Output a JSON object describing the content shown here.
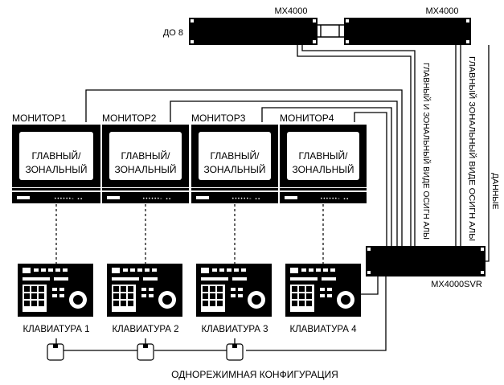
{
  "labels": {
    "do8": "ДО 8",
    "switcher_left": "MX4000",
    "switcher_right": "MX4000",
    "svr": "MX4000SVR",
    "video_signal_1": "ГЛАВНЫЙ И ЗОНАЛЬНЫЙ ВИДЕ ОСИГН АЛЫ",
    "video_signal_2": "ГЛАВНЫЙ ЗОНАЛЬНЫЙ ВИДЕ ОСИГН АЛЫ",
    "data_label": "ДАННЫЕ",
    "caption": "ОДНОРЕЖИМНАЯ КОНФИГУРАЦИЯ"
  },
  "monitors": [
    {
      "title": "МОНИТОР1",
      "screen_line1": "ГЛАВНЫЙ/",
      "screen_line2": "ЗОНАЛЬНЫЙ"
    },
    {
      "title": "МОНИТОР2",
      "screen_line1": "ГЛАВНЫЙ/",
      "screen_line2": "ЗОНАЛЬНЫЙ"
    },
    {
      "title": "МОНИТОР3",
      "screen_line1": "ГЛАВНЫЙ/",
      "screen_line2": "ЗОНАЛЬНЫЙ"
    },
    {
      "title": "МОНИТОР4",
      "screen_line1": "ГЛАВНЫЙ/",
      "screen_line2": "ЗОНАЛЬНЫЙ"
    }
  ],
  "keyboards": [
    {
      "label": "КЛАВИАТУРА 1"
    },
    {
      "label": "КЛАВИАТУРА 2"
    },
    {
      "label": "КЛАВИАТУРА 3"
    },
    {
      "label": "КЛАВИАТУРА 4"
    }
  ]
}
